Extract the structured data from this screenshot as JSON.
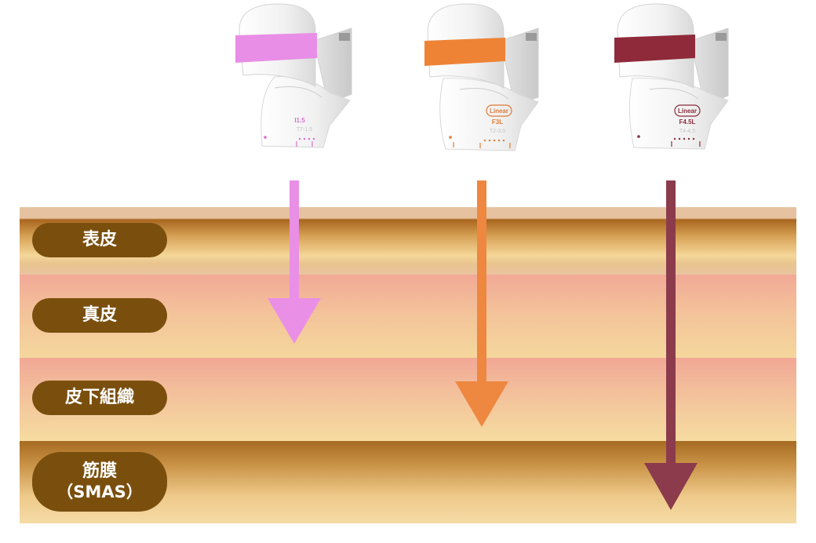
{
  "layers": {
    "epidermis": "表皮",
    "dermis": "真皮",
    "subcutaneous": "皮下組織",
    "fascia": "筋膜",
    "fascia_sub": "（SMAS）"
  },
  "devices": [
    {
      "model": "I1.5",
      "depth_label": "T7-1.5",
      "badge": "",
      "band_color": "#e98ee6",
      "accent_color": "#d86fd3",
      "arrow_color": "#ea8fe6",
      "depth_layer": "dermis"
    },
    {
      "model": "F3L",
      "depth_label": "T2-3.0",
      "badge": "Linear",
      "band_color": "#ee8336",
      "accent_color": "#e07a3a",
      "arrow_color": "#ee8740",
      "depth_layer": "subcutaneous"
    },
    {
      "model": "F4.5L",
      "depth_label": "T4-4.5",
      "badge": "Linear",
      "band_color": "#8f2a3b",
      "accent_color": "#8a2b3a",
      "arrow_color": "#8b3b4c",
      "depth_layer": "fascia"
    }
  ]
}
